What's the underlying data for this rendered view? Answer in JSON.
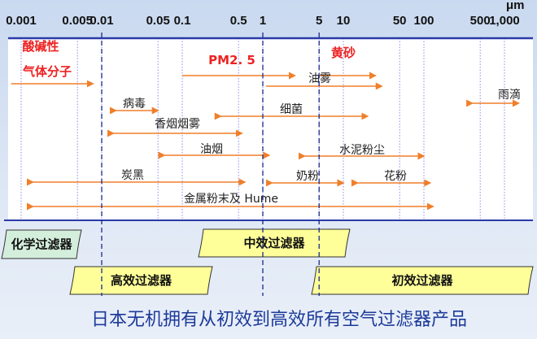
{
  "axis": {
    "unit": "μm",
    "ticks": [
      {
        "value": 0.001,
        "label": "0.001"
      },
      {
        "value": 0.005,
        "label": "0.005"
      },
      {
        "value": 0.01,
        "label": "0.01"
      },
      {
        "value": 0.05,
        "label": "0.05"
      },
      {
        "value": 0.1,
        "label": "0.1"
      },
      {
        "value": 0.5,
        "label": "0.5"
      },
      {
        "value": 1,
        "label": "1"
      },
      {
        "value": 5,
        "label": "5"
      },
      {
        "value": 10,
        "label": "10"
      },
      {
        "value": 50,
        "label": "50"
      },
      {
        "value": 100,
        "label": "100"
      },
      {
        "value": 500,
        "label": "500"
      },
      {
        "value": 1000,
        "label": "1,000"
      }
    ],
    "boundaries": [
      0.01,
      1,
      5
    ]
  },
  "particles": [
    {
      "name": "酸碱性",
      "name2": "气体分子",
      "from": 0.00075,
      "to": 0.0078,
      "highlight": true
    },
    {
      "name": "PM2. 5",
      "from": 0.1,
      "to": 2.5,
      "highlight": true
    },
    {
      "name": "黄砂",
      "from": 5,
      "to": 25,
      "highlight": true
    },
    {
      "name": "油雾",
      "from": 1.1,
      "to": 30
    },
    {
      "name": "雨滴",
      "from": 400,
      "to": 1500
    },
    {
      "name": "病毒",
      "from": 0.015,
      "to": 0.05
    },
    {
      "name": "细菌",
      "from": 0.3,
      "to": 20
    },
    {
      "name": "香烟烟雾",
      "from": 0.014,
      "to": 0.55
    },
    {
      "name": "油烟",
      "from": 0.06,
      "to": 1.2
    },
    {
      "name": "水泥粉尘",
      "from": 3.3,
      "to": 100
    },
    {
      "name": "炭黑",
      "from": 0.0014,
      "to": 0.6
    },
    {
      "name": "奶粉",
      "from": 1.3,
      "to": 10
    },
    {
      "name": "花粉",
      "from": 15,
      "to": 120
    },
    {
      "name": "金属粉末及 Hume",
      "from": 0.0014,
      "to": 130
    }
  ],
  "filters": [
    {
      "name": "化学过滤器",
      "color": "#d4eedc"
    },
    {
      "name": "中效过滤器",
      "color": "#ffff99"
    },
    {
      "name": "高效过滤器",
      "color": "#ffff99"
    },
    {
      "name": "初效过滤器",
      "color": "#ffff99"
    }
  ],
  "caption": "日本无机拥有从初效到高效所有空气过滤器产品",
  "colors": {
    "arrow": "#f07f2a",
    "axis": "#2a3aa8",
    "dashed": "#1a2a8a",
    "dotted": "#8a8af0"
  }
}
